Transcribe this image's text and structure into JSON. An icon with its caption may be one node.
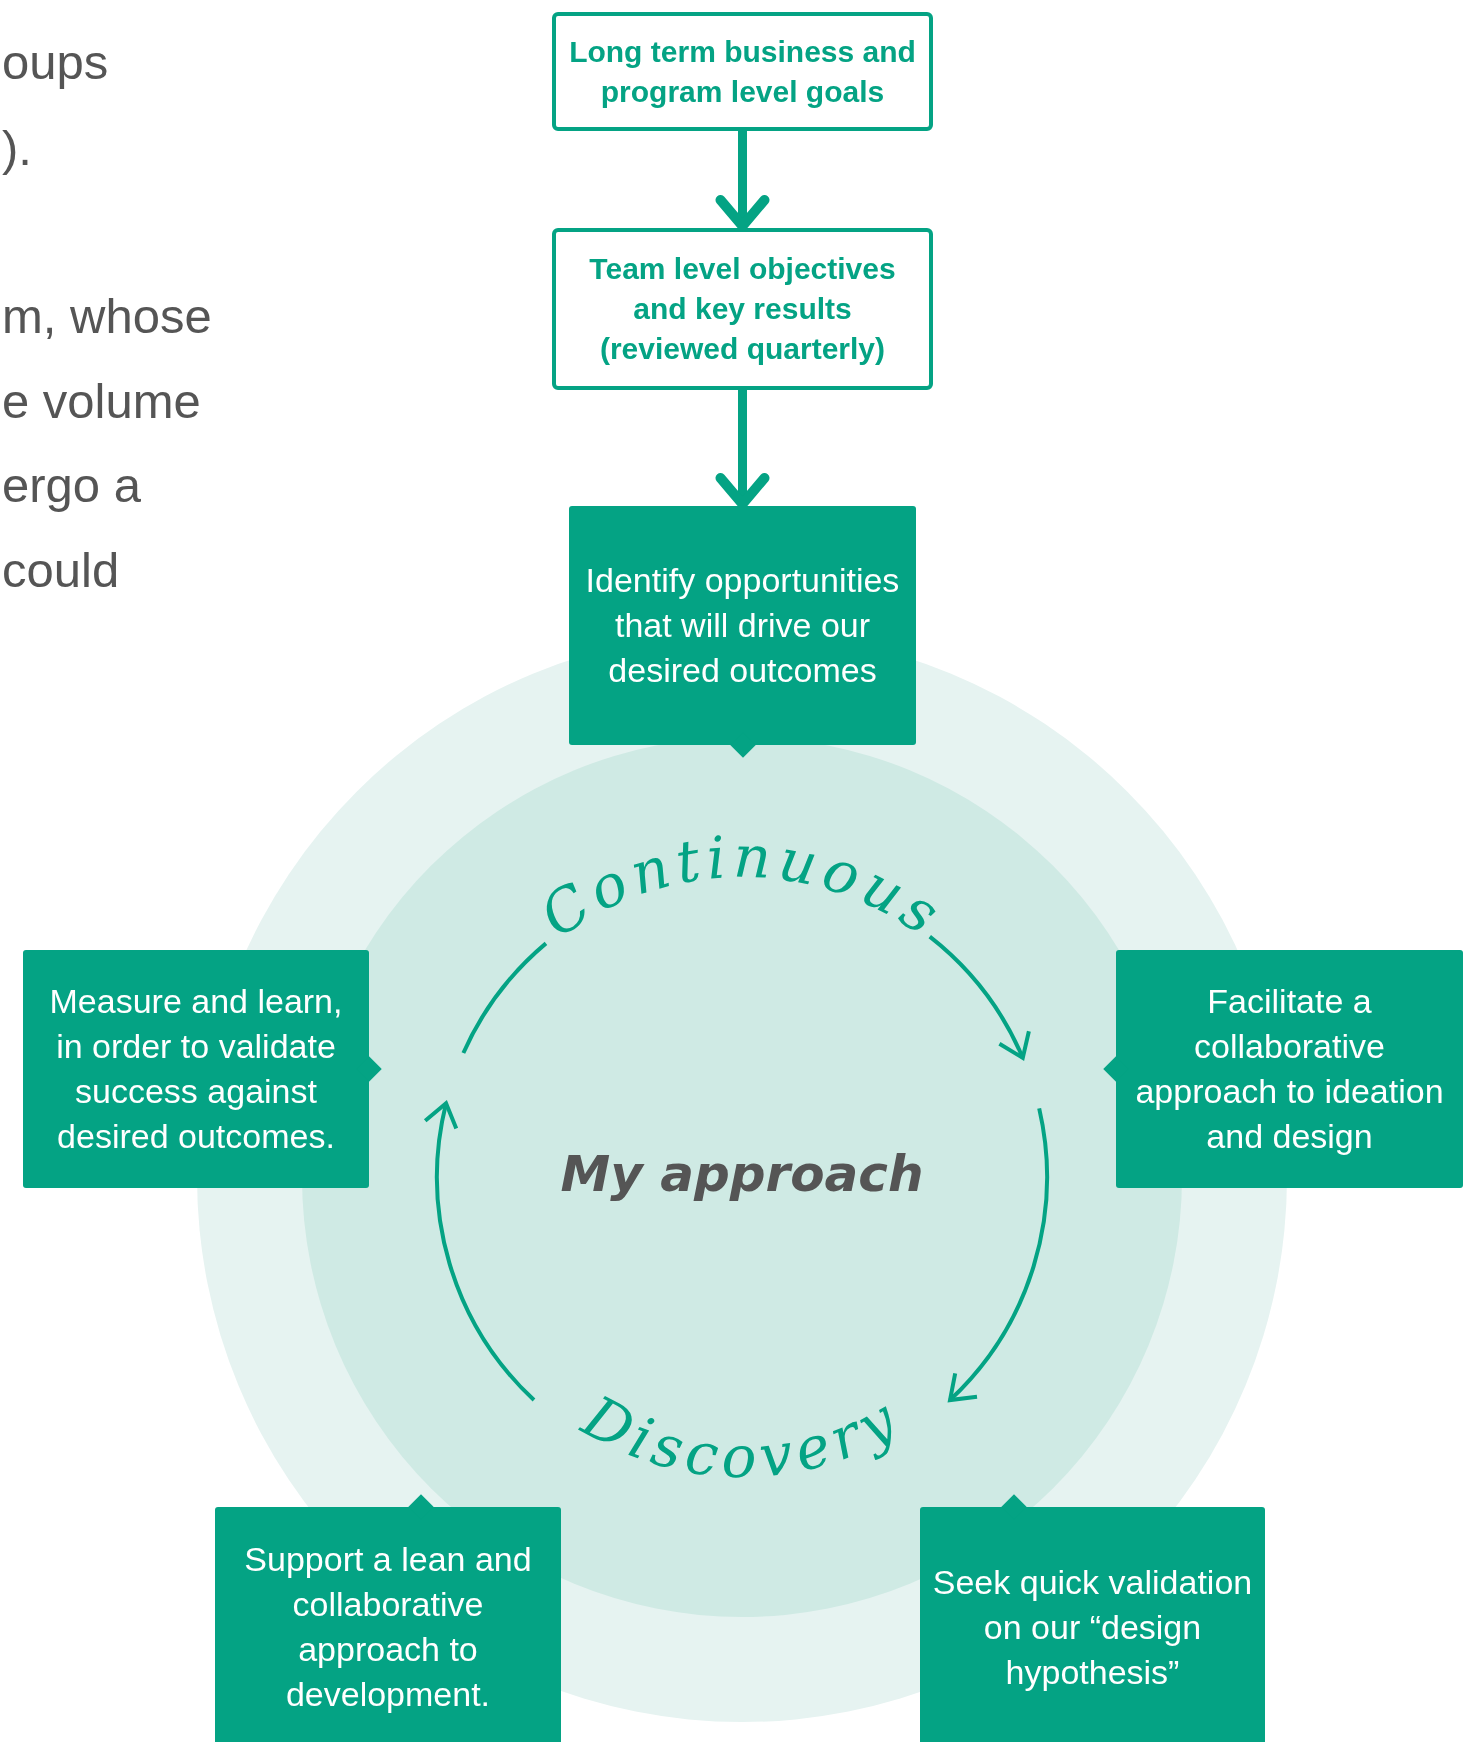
{
  "diagram": {
    "nodes": [
      {
        "text": [
          "Long term business and program level goals"
        ]
      },
      {
        "text": [
          "Team level objectives and key results (reviewed quarterly)"
        ]
      },
      {
        "text": [
          "Identify opportunities that will drive our desired outcomes"
        ]
      },
      {
        "text": [
          "Facilitate a collaborative approach to ideation and design"
        ]
      },
      {
        "text": [
          "Seek quick validation on our “design hypothesis”"
        ]
      },
      {
        "text": [
          "Support a lean and collaborative approach to development."
        ]
      },
      {
        "text": [
          "Measure and learn, in order to validate success against desired outcomes."
        ]
      }
    ],
    "edges": [
      {
        "from": 0,
        "to": 1,
        "arrow": "to"
      },
      {
        "from": 1,
        "to": 2,
        "arrow": "to"
      }
    ],
    "labels": [
      "oups",
      ").",
      "m, whose",
      "e volume",
      "ergo  a",
      "could",
      "Continuous",
      "My approach",
      "Discovery"
    ]
  }
}
